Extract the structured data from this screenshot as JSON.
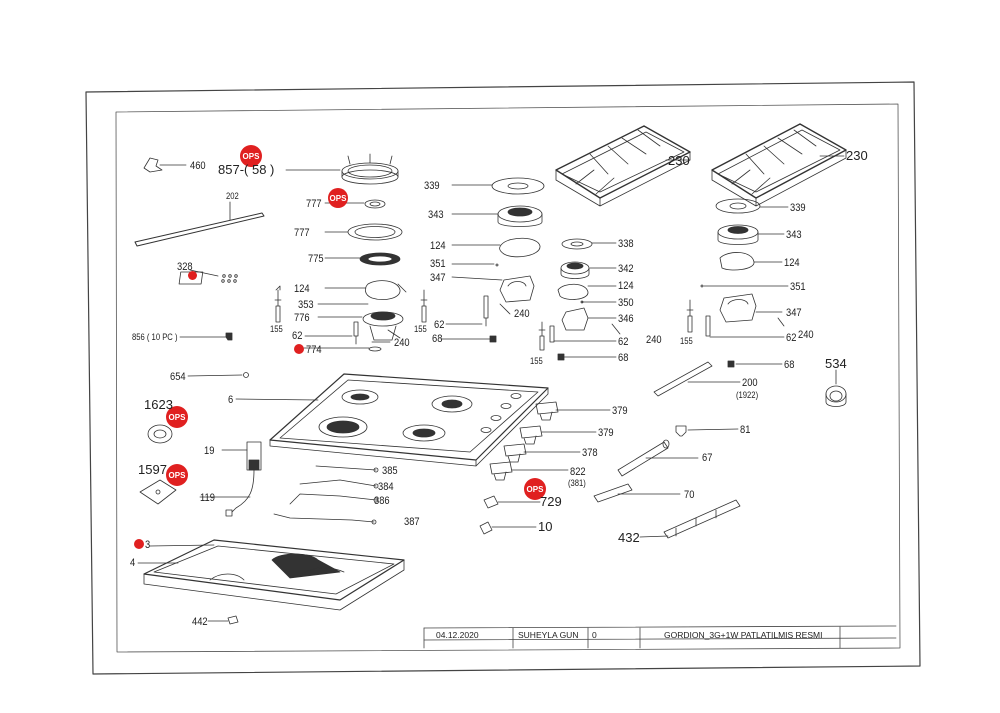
{
  "ops_text": "OPS",
  "callouts": [
    {
      "id": "c460",
      "text": "460"
    },
    {
      "id": "c857",
      "text": "857-( 58 )"
    },
    {
      "id": "c202",
      "text": "202"
    },
    {
      "id": "c777a",
      "text": "777"
    },
    {
      "id": "c777b",
      "text": "777"
    },
    {
      "id": "c775",
      "text": "775"
    },
    {
      "id": "c328",
      "text": "328"
    },
    {
      "id": "c124a",
      "text": "124"
    },
    {
      "id": "c353",
      "text": "353"
    },
    {
      "id": "c776",
      "text": "776"
    },
    {
      "id": "c155a",
      "text": "155"
    },
    {
      "id": "c155b",
      "text": "155"
    },
    {
      "id": "c62a",
      "text": "62"
    },
    {
      "id": "c240a",
      "text": "240"
    },
    {
      "id": "c774",
      "text": "774"
    },
    {
      "id": "c856",
      "text": "856 ( 10  PC )"
    },
    {
      "id": "c339a",
      "text": "339"
    },
    {
      "id": "c343a",
      "text": "343"
    },
    {
      "id": "c124b",
      "text": "124"
    },
    {
      "id": "c351a",
      "text": "351"
    },
    {
      "id": "c347a",
      "text": "347"
    },
    {
      "id": "c62b",
      "text": "62"
    },
    {
      "id": "c240b",
      "text": "240"
    },
    {
      "id": "c68a",
      "text": "68"
    },
    {
      "id": "c230a",
      "text": "230"
    },
    {
      "id": "c230b",
      "text": "230"
    },
    {
      "id": "c338",
      "text": "338"
    },
    {
      "id": "c342",
      "text": "342"
    },
    {
      "id": "c124c",
      "text": "124"
    },
    {
      "id": "c350",
      "text": "350"
    },
    {
      "id": "c346",
      "text": "346"
    },
    {
      "id": "c240c",
      "text": "240"
    },
    {
      "id": "c62c",
      "text": "62"
    },
    {
      "id": "c155c",
      "text": "155"
    },
    {
      "id": "c68b",
      "text": "68"
    },
    {
      "id": "c339b",
      "text": "339"
    },
    {
      "id": "c343b",
      "text": "343"
    },
    {
      "id": "c124d",
      "text": "124"
    },
    {
      "id": "c351b",
      "text": "351"
    },
    {
      "id": "c347b",
      "text": "347"
    },
    {
      "id": "c240d",
      "text": "240"
    },
    {
      "id": "c62d",
      "text": "62"
    },
    {
      "id": "c155d",
      "text": "155"
    },
    {
      "id": "c68c",
      "text": "68"
    },
    {
      "id": "c534",
      "text": "534"
    },
    {
      "id": "c654",
      "text": "654"
    },
    {
      "id": "c6",
      "text": "6"
    },
    {
      "id": "c200",
      "text": "200"
    },
    {
      "id": "c1922",
      "text": "(1922)"
    },
    {
      "id": "c1623",
      "text": "1623"
    },
    {
      "id": "c379a",
      "text": "379"
    },
    {
      "id": "c379b",
      "text": "379"
    },
    {
      "id": "c81",
      "text": "81"
    },
    {
      "id": "c19",
      "text": "19"
    },
    {
      "id": "c378",
      "text": "378"
    },
    {
      "id": "c67",
      "text": "67"
    },
    {
      "id": "c1597",
      "text": "1597"
    },
    {
      "id": "c385",
      "text": "385"
    },
    {
      "id": "c384",
      "text": "384"
    },
    {
      "id": "c386",
      "text": "386"
    },
    {
      "id": "c822",
      "text": "822"
    },
    {
      "id": "c381",
      "text": "(381)"
    },
    {
      "id": "c119",
      "text": "119"
    },
    {
      "id": "c729",
      "text": "729"
    },
    {
      "id": "c70",
      "text": "70"
    },
    {
      "id": "c387",
      "text": "387"
    },
    {
      "id": "c10",
      "text": "10"
    },
    {
      "id": "c432",
      "text": "432"
    },
    {
      "id": "c3",
      "text": "3"
    },
    {
      "id": "c4",
      "text": "4"
    },
    {
      "id": "c442",
      "text": "442"
    }
  ],
  "title_block": {
    "date": "04.12.2020",
    "designer": "SUHEYLA GUN",
    "revision": "0",
    "title": "GORDION_3G+1W PATLATILMIS RESMI"
  },
  "colors": {
    "ops_marker": "#e02020",
    "line": "#333333",
    "frame": "#444444"
  }
}
